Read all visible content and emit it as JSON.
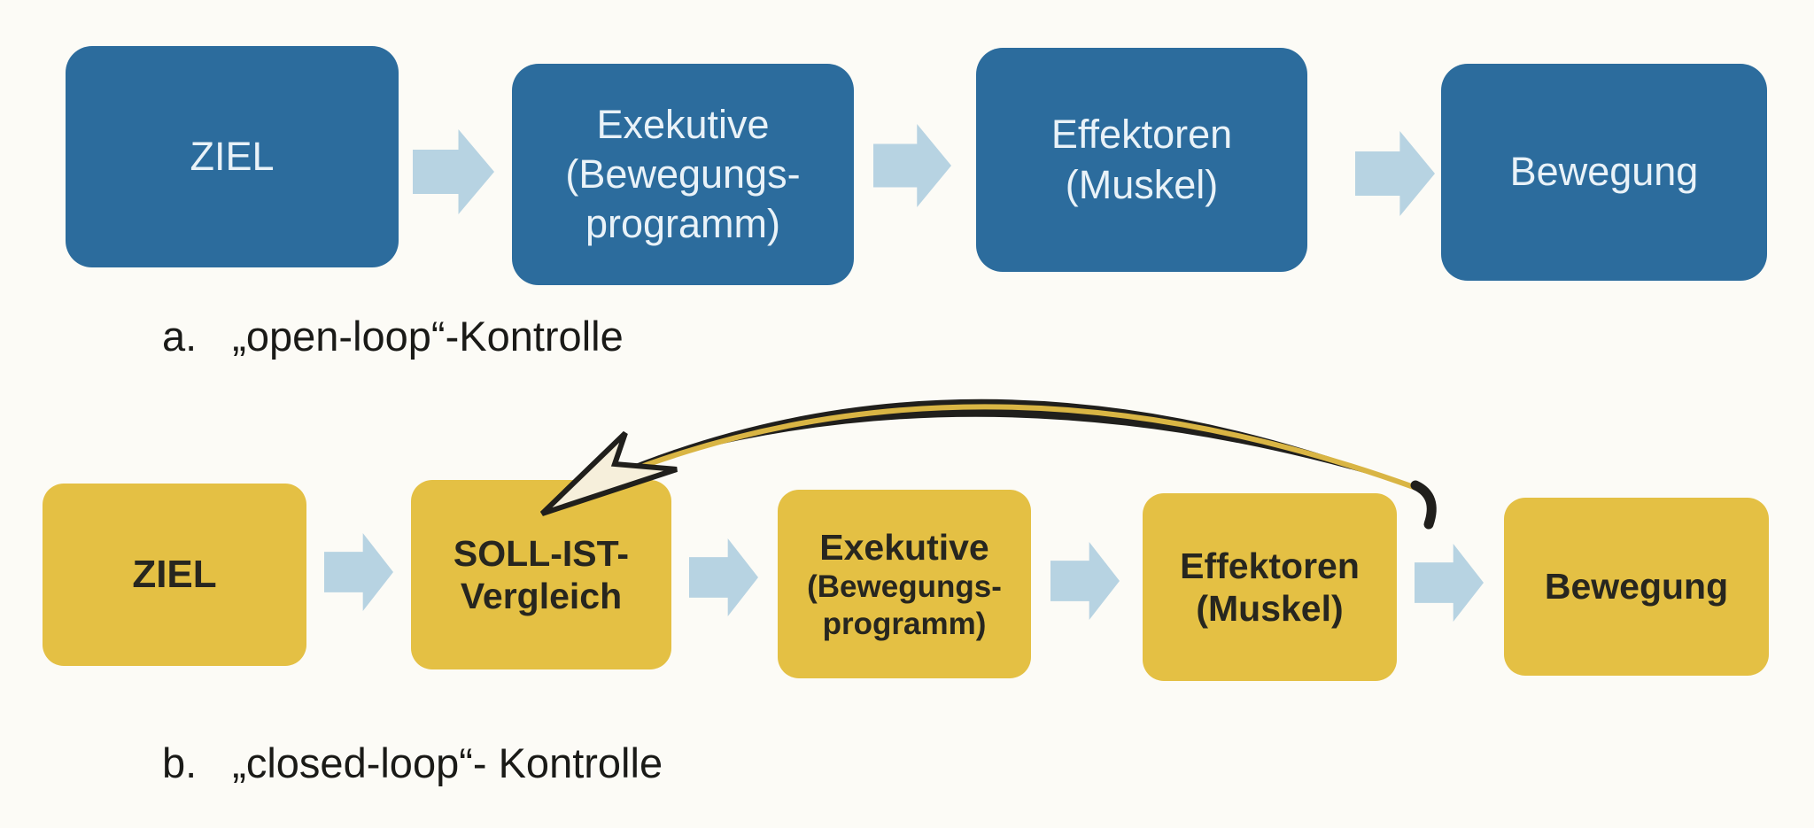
{
  "open_loop": {
    "caption": {
      "prefix": "a.",
      "text": "„open-loop“-Kontrolle"
    },
    "boxes": [
      {
        "id": "ziel",
        "lines": [
          "ZIEL"
        ]
      },
      {
        "id": "exekutive",
        "lines": [
          "Exekutive",
          "(Bewegungs-",
          "programm)"
        ]
      },
      {
        "id": "effektoren",
        "lines": [
          "Effektoren",
          "(Muskel)"
        ]
      },
      {
        "id": "bewegung",
        "lines": [
          "Bewegung"
        ]
      }
    ]
  },
  "closed_loop": {
    "caption": {
      "prefix": "b.",
      "text": "„closed-loop“- Kontrolle"
    },
    "boxes": [
      {
        "id": "ziel",
        "lines": [
          "ZIEL"
        ]
      },
      {
        "id": "soll-ist-vergleich",
        "lines": [
          "SOLL-IST-",
          "Vergleich"
        ]
      },
      {
        "id": "exekutive",
        "lines": [
          "Exekutive",
          "(Bewegungs-",
          "programm)"
        ]
      },
      {
        "id": "effektoren",
        "lines": [
          "Effektoren",
          "(Muskel)"
        ]
      },
      {
        "id": "bewegung",
        "lines": [
          "Bewegung"
        ]
      }
    ],
    "feedback_arrow": {
      "from": "Bewegung",
      "to": "SOLL-IST-Vergleich"
    }
  },
  "colors": {
    "box_blue": "#2c6c9d",
    "text_on_blue": "#e9f2f8",
    "box_yellow": "#e4c044",
    "text_on_yellow": "#27261f",
    "flow_arrow": "#b7d3e2",
    "feedback_arrow_black": "#201f1c",
    "feedback_arrow_yellow": "#d9b544",
    "background": "#fcfbf6"
  }
}
